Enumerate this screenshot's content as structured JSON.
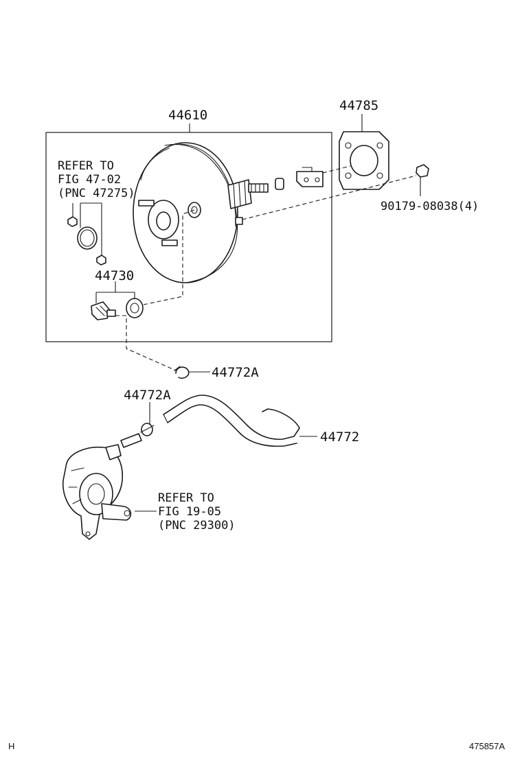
{
  "parts": {
    "booster": "44610",
    "gasket": "44785",
    "nut": "90179-08038(4)",
    "grommet_valve": "44730",
    "clip_upper": "44772A",
    "clip_lower": "44772A",
    "hose": "44772"
  },
  "refs": {
    "master_cylinder": [
      "REFER TO",
      "FIG 47-02",
      "(PNC 47275)"
    ],
    "vacuum_pump": [
      "REFER TO",
      "FIG 19-05",
      "(PNC 29300)"
    ]
  },
  "footer": {
    "left": "H",
    "right": "475857A"
  }
}
